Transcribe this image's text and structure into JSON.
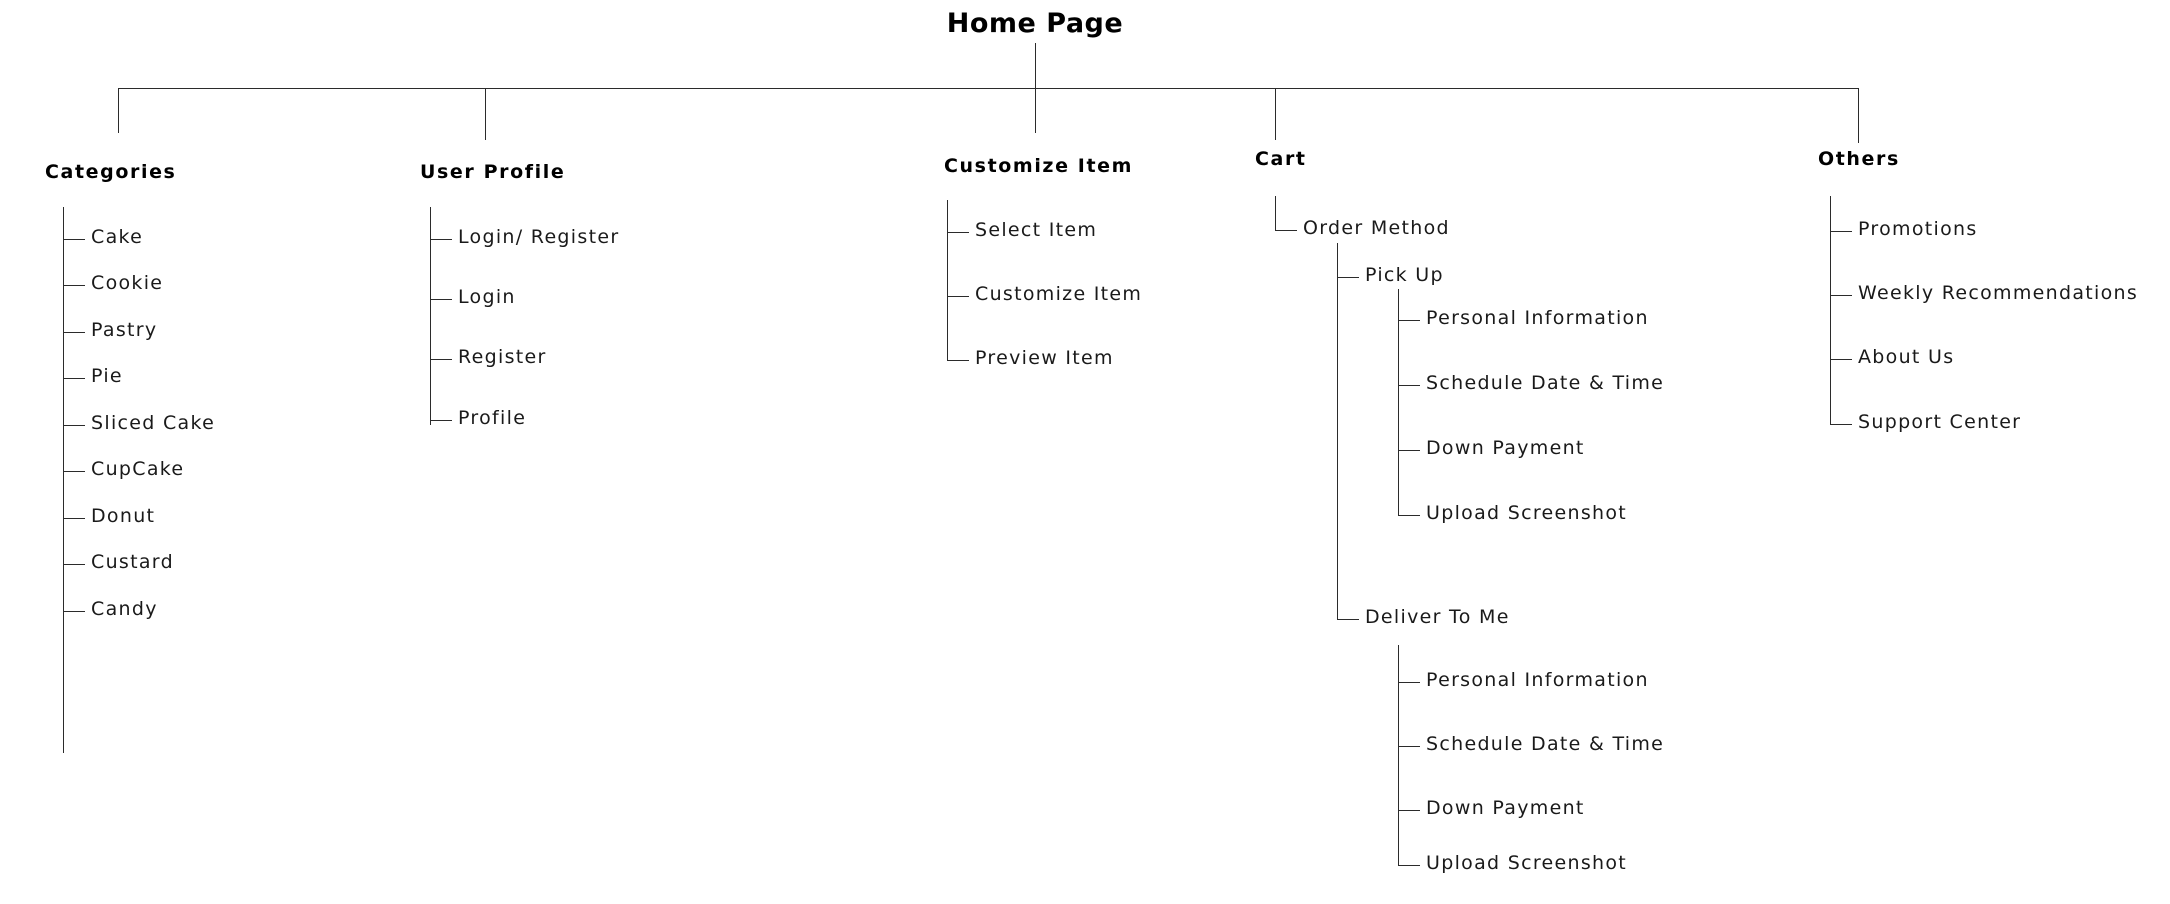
{
  "diagram": {
    "type": "sitemap-tree",
    "root": "Home Page",
    "line_color": "#2b2b2b",
    "text_color": "#1a1a1a",
    "background": "#ffffff"
  },
  "columns": [
    {
      "heading": "Categories",
      "items": [
        "Cake",
        "Cookie",
        "Pastry",
        "Pie",
        "Sliced Cake",
        "CupCake",
        "Donut",
        "Custard",
        "Candy"
      ]
    },
    {
      "heading": "User Profile",
      "items": [
        "Login/ Register",
        "Login",
        "Register",
        "Profile"
      ]
    },
    {
      "heading": "Customize Item",
      "items": [
        "Select Item",
        "Customize Item",
        "Preview Item"
      ]
    },
    {
      "heading": "Cart",
      "items": [
        "Order Method"
      ],
      "level2": [
        "Pick Up",
        "Deliver To Me"
      ],
      "pickup_children": [
        "Personal Information",
        "Schedule Date & Time",
        "Down Payment",
        "Upload Screenshot"
      ],
      "deliver_children": [
        "Personal Information",
        "Schedule Date & Time",
        "Down Payment",
        "Upload Screenshot"
      ]
    },
    {
      "heading": "Others",
      "items": [
        "Promotions",
        "Weekly Recommendations",
        "About Us",
        "Support Center"
      ]
    }
  ]
}
